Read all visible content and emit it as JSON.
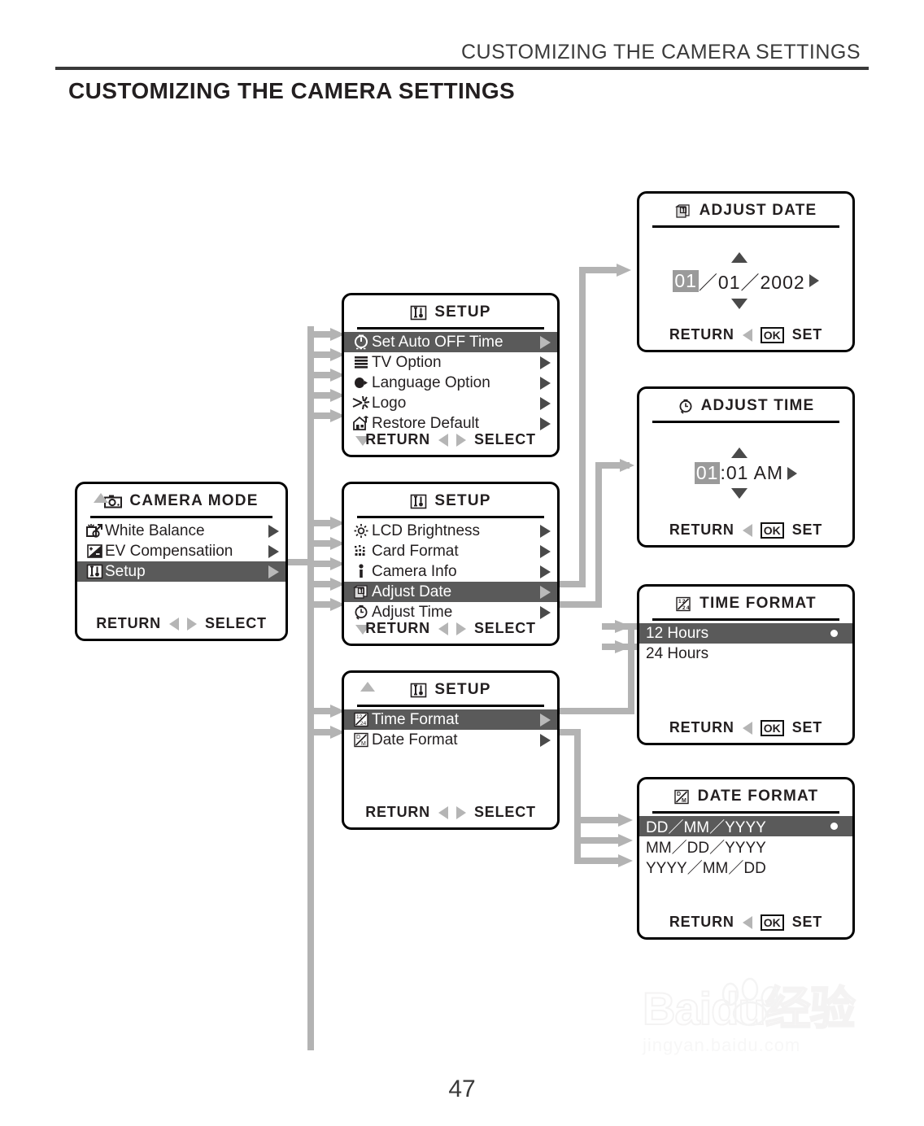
{
  "header": {
    "running_head": "CUSTOMIZING THE CAMERA SETTINGS",
    "chapter_title": "CUSTOMIZING THE CAMERA SETTINGS",
    "page_number": "47"
  },
  "watermark": {
    "logo_text": "Baidu",
    "logo_cn": "经验",
    "url": "jingyan.baidu.com"
  },
  "common": {
    "return_label": "RETURN",
    "select_label": "SELECT",
    "set_label": "SET",
    "ok_label": "OK"
  },
  "panels": {
    "camera_mode": {
      "title": "CAMERA  MODE",
      "title_icon": "camera-icon",
      "scroll_up": true,
      "items": [
        {
          "label": "White Balance",
          "icon": "white-balance-icon",
          "selected": false,
          "caret": true
        },
        {
          "label": "EV Compensatiion",
          "icon": "ev-compensation-icon",
          "selected": false,
          "caret": true
        },
        {
          "label": "Setup",
          "icon": "setup-tools-icon",
          "selected": true,
          "caret": true
        }
      ],
      "footer": {
        "left": "RETURN",
        "right": "SELECT"
      }
    },
    "setup_page1": {
      "title": "SETUP",
      "title_icon": "setup-tools-icon",
      "scroll_down": true,
      "items": [
        {
          "label": "Set Auto OFF Time",
          "icon": "auto-off-timer-icon",
          "selected": true,
          "caret": true
        },
        {
          "label": "TV Option",
          "icon": "tv-lines-icon",
          "selected": false,
          "caret": true
        },
        {
          "label": "Language Option",
          "icon": "language-speech-icon",
          "selected": false,
          "caret": true
        },
        {
          "label": "Logo",
          "icon": "logo-starburst-icon",
          "selected": false,
          "caret": true
        },
        {
          "label": "Restore Default",
          "icon": "restore-default-icon",
          "selected": false,
          "caret": true
        }
      ],
      "footer": {
        "left": "RETURN",
        "right": "SELECT"
      }
    },
    "setup_page2": {
      "title": "SETUP",
      "title_icon": "setup-tools-icon",
      "scroll_down": true,
      "items": [
        {
          "label": "LCD Brightness",
          "icon": "sun-brightness-icon",
          "selected": false,
          "caret": true
        },
        {
          "label": "Card Format",
          "icon": "card-format-icon",
          "selected": false,
          "caret": true
        },
        {
          "label": "Camera Info",
          "icon": "info-icon",
          "selected": false,
          "caret": true
        },
        {
          "label": "Adjust Date",
          "icon": "calendar-icon",
          "selected": true,
          "caret": true
        },
        {
          "label": "Adjust Time",
          "icon": "clock-icon",
          "selected": false,
          "caret": true
        }
      ],
      "footer": {
        "left": "RETURN",
        "right": "SELECT"
      }
    },
    "setup_page3": {
      "title": "SETUP",
      "title_icon": "setup-tools-icon",
      "scroll_up": true,
      "items": [
        {
          "label": "Time Format",
          "icon": "time-format-icon",
          "selected": true,
          "caret": true
        },
        {
          "label": "Date Format",
          "icon": "date-format-icon",
          "selected": false,
          "caret": true
        }
      ],
      "footer": {
        "left": "RETURN",
        "right": "SELECT"
      }
    },
    "adjust_date": {
      "title": "ADJUST  DATE",
      "title_icon": "calendar-icon",
      "value": {
        "highlighted": "01",
        "rest": "／01／2002"
      },
      "footer": {
        "left": "RETURN",
        "ok": "OK",
        "right": "SET"
      }
    },
    "adjust_time": {
      "title": "ADJUST  TIME",
      "title_icon": "clock-icon",
      "value": {
        "highlighted": "01",
        "rest": ":01 AM"
      },
      "footer": {
        "left": "RETURN",
        "ok": "OK",
        "right": "SET"
      }
    },
    "time_format": {
      "title": "TIME  FORMAT",
      "title_icon": "time-format-icon",
      "items": [
        {
          "label": "12 Hours",
          "selected": true,
          "radio": true
        },
        {
          "label": "24 Hours",
          "selected": false,
          "radio": false
        }
      ],
      "footer": {
        "left": "RETURN",
        "ok": "OK",
        "right": "SET"
      }
    },
    "date_format": {
      "title": "DATE  FORMAT",
      "title_icon": "date-format-icon",
      "items": [
        {
          "label": "DD／MM／YYYY",
          "selected": true,
          "radio": true
        },
        {
          "label": "MM／DD／YYYY",
          "selected": false,
          "radio": false
        },
        {
          "label": "YYYY／MM／DD",
          "selected": false,
          "radio": false
        }
      ],
      "footer": {
        "left": "RETURN",
        "ok": "OK",
        "right": "SET"
      }
    }
  }
}
